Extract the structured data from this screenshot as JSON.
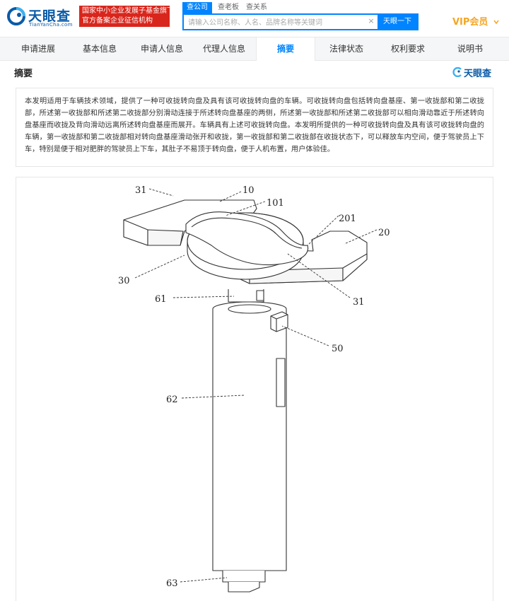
{
  "header": {
    "logo_text": "天眼查",
    "logo_sub": "TianYanCha.com",
    "badge_line1": "国家中小企业发展子基金旗下",
    "badge_line2": "官方备案企业征信机构",
    "search_tabs": [
      "查公司",
      "查老板",
      "查关系"
    ],
    "search_placeholder": "请输入公司名称、人名、品牌名称等关键词",
    "clear_symbol": "×",
    "search_button": "天眼一下",
    "vip_label": "VIP会员"
  },
  "nav": {
    "tabs": [
      "申请进展",
      "基本信息",
      "申请人信息",
      "代理人信息",
      "摘要",
      "法律状态",
      "权利要求",
      "说明书"
    ],
    "active_index": 4
  },
  "section": {
    "title": "摘要",
    "brand": "天眼查"
  },
  "abstract": {
    "text": "本发明适用于车辆技术领域，提供了一种可收拢转向盘及具有该可收拢转向盘的车辆。可收拢转向盘包括转向盘基座、第一收拢部和第二收拢部，所述第一收拢部和所述第二收拢部分别滑动连接于所述转向盘基座的两侧，所述第一收拢部和所述第二收拢部可以相向滑动靠近于所述转向盘基座而收拢及背向滑动远离所述转向盘基座而展开。车辆具有上述可收拢转向盘。本发明所提供的一种可收拢转向盘及具有该可收拢转向盘的车辆，第一收拢部和第二收拢部相对转向盘基座滑动张开和收拢，第一收拢部和第二收拢部在收拢状态下，可以释放车内空间，便于驾驶员上下车，特别是便于相对肥胖的驾驶员上下车，其肚子不易顶于转向盘，便于人机布置，用户体验佳。"
  },
  "drawing": {
    "labels": {
      "l10": "10",
      "l101": "101",
      "l31a": "31",
      "l201": "201",
      "l20": "20",
      "l30": "30",
      "l31b": "31",
      "l61": "61",
      "l50": "50",
      "l62": "62",
      "l63": "63"
    }
  },
  "colors": {
    "brand_blue": "#0084ff",
    "logo_blue": "#0a5ba8",
    "badge_red": "#d9261c",
    "vip_gold": "#f5a623"
  }
}
